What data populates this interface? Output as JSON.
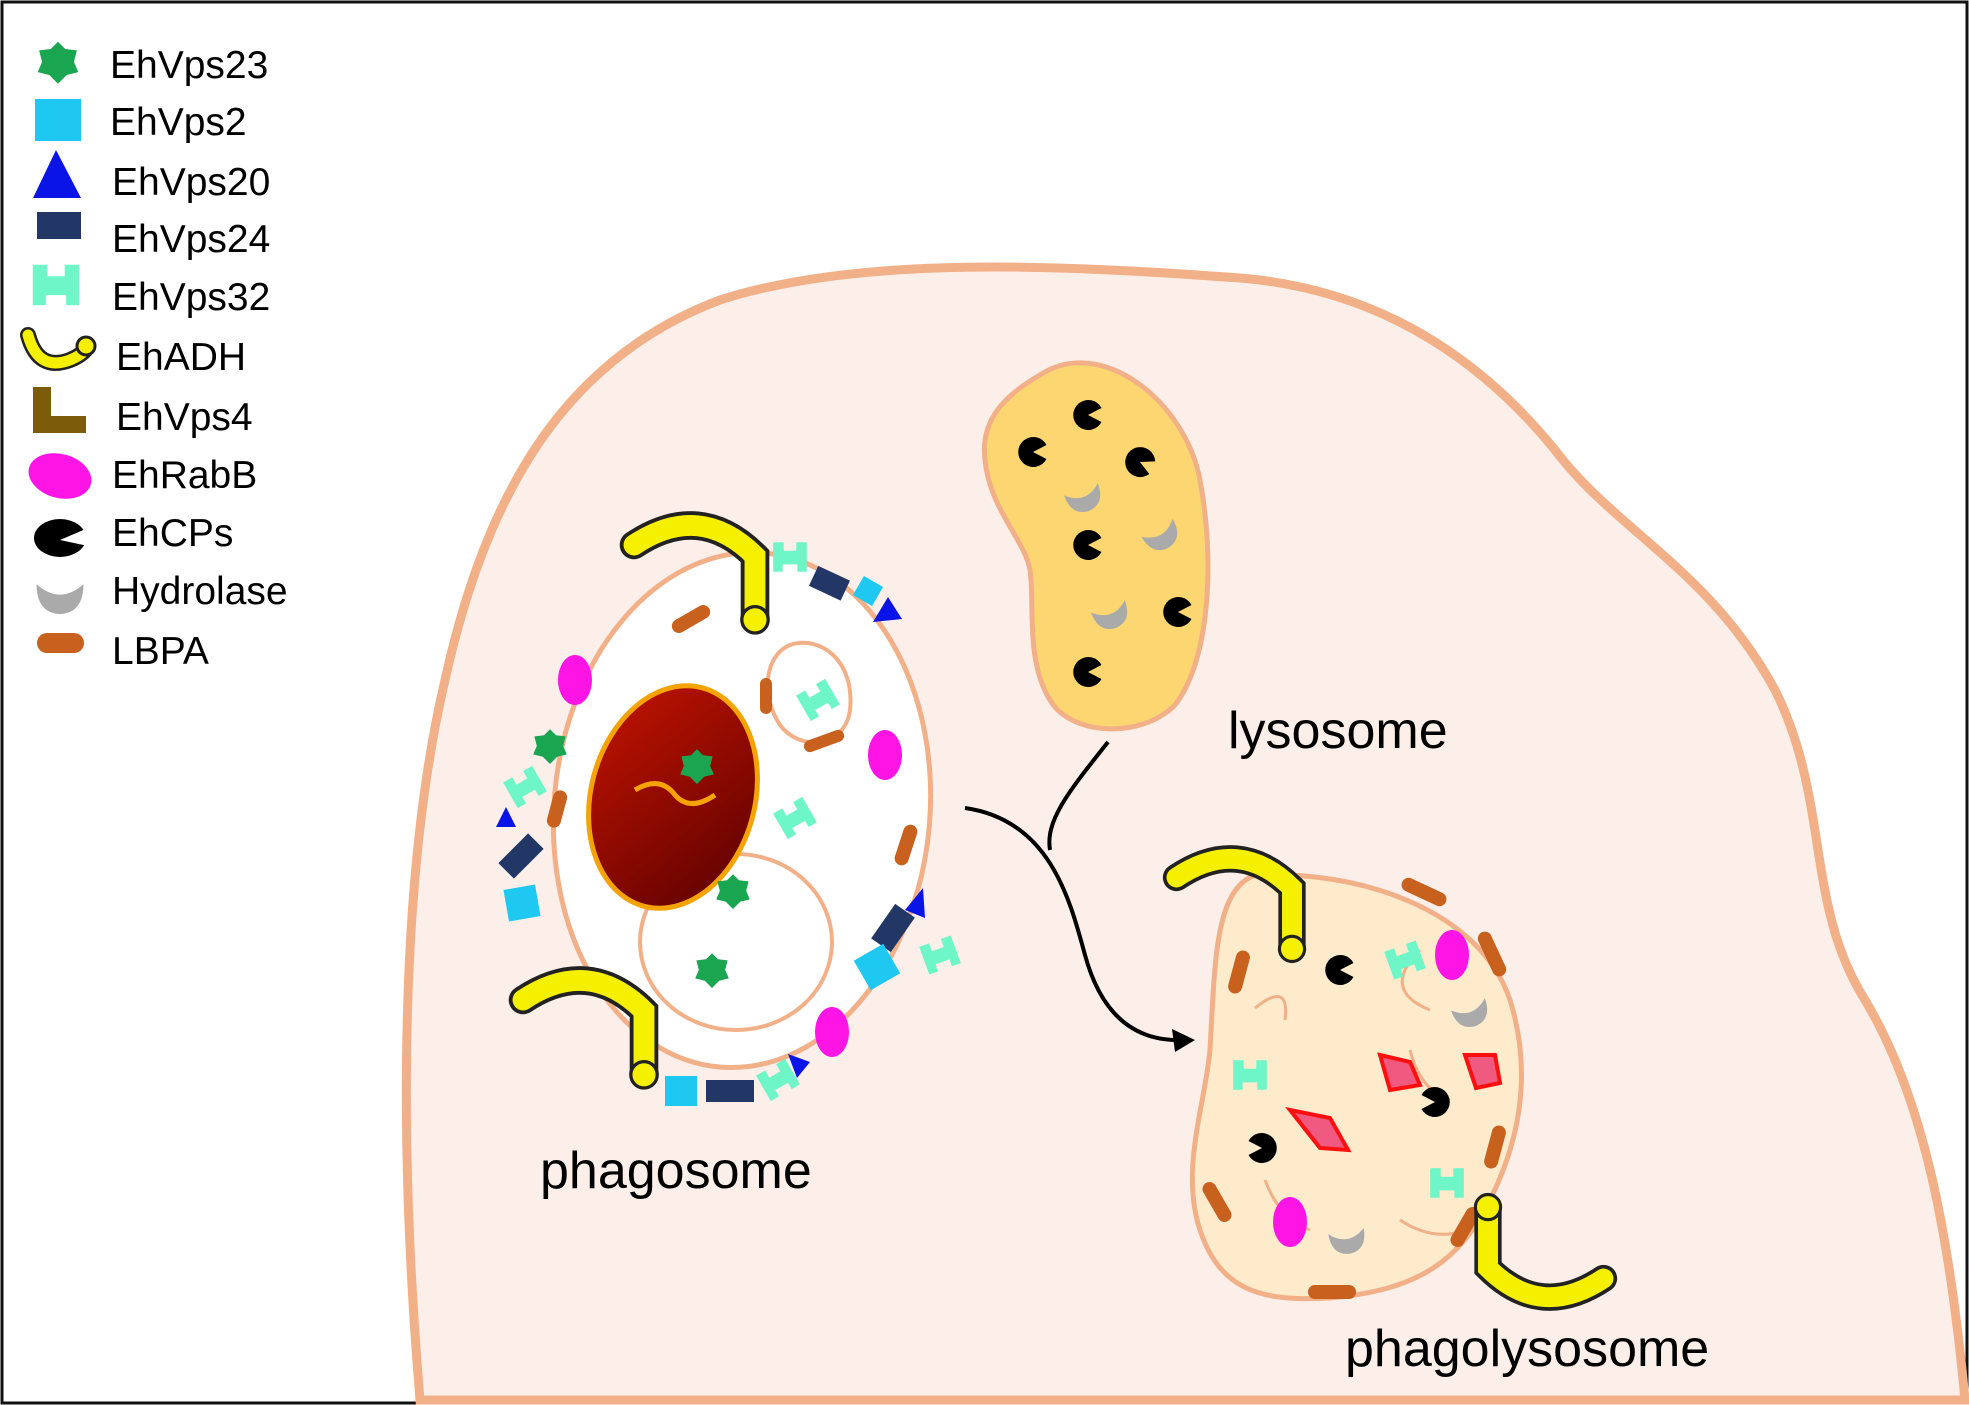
{
  "legend": {
    "items": [
      {
        "label": "EhVps23",
        "icon": "green-star-icon",
        "color": "#1aa651"
      },
      {
        "label": "EhVps2",
        "icon": "cyan-square-icon",
        "color": "#1ec8f0"
      },
      {
        "label": "EhVps20",
        "icon": "blue-triangle-icon",
        "color": "#0a14e6"
      },
      {
        "label": "EhVps24",
        "icon": "navy-rectangle-icon",
        "color": "#223766"
      },
      {
        "label": "EhVps32",
        "icon": "aquamarine-cross-icon",
        "color": "#6ef5c8"
      },
      {
        "label": "EhADH",
        "icon": "yellow-hook-icon",
        "color": "#f5f000"
      },
      {
        "label": "EhVps4",
        "icon": "brown-l-shape-icon",
        "color": "#7a5c0a"
      },
      {
        "label": "EhRabB",
        "icon": "magenta-ellipse-icon",
        "color": "#ff14e6"
      },
      {
        "label": "EhCPs",
        "icon": "black-pacman-icon",
        "color": "#000000"
      },
      {
        "label": "Hydrolase",
        "icon": "gray-crescent-icon",
        "color": "#aaaaaa"
      },
      {
        "label": "LBPA",
        "icon": "orange-capsule-icon",
        "color": "#c8601e"
      }
    ]
  },
  "labels": {
    "lysosome": "lysosome",
    "phagosome": "phagosome",
    "phagolysosome": "phagolysosome"
  },
  "colors": {
    "cell_fill": "#fcefea",
    "cell_outline": "#f2b088",
    "lysosome_fill": "#fcd670",
    "phagolysosome_fill": "#fdebcc",
    "erythrocyte": "#a10a00"
  }
}
